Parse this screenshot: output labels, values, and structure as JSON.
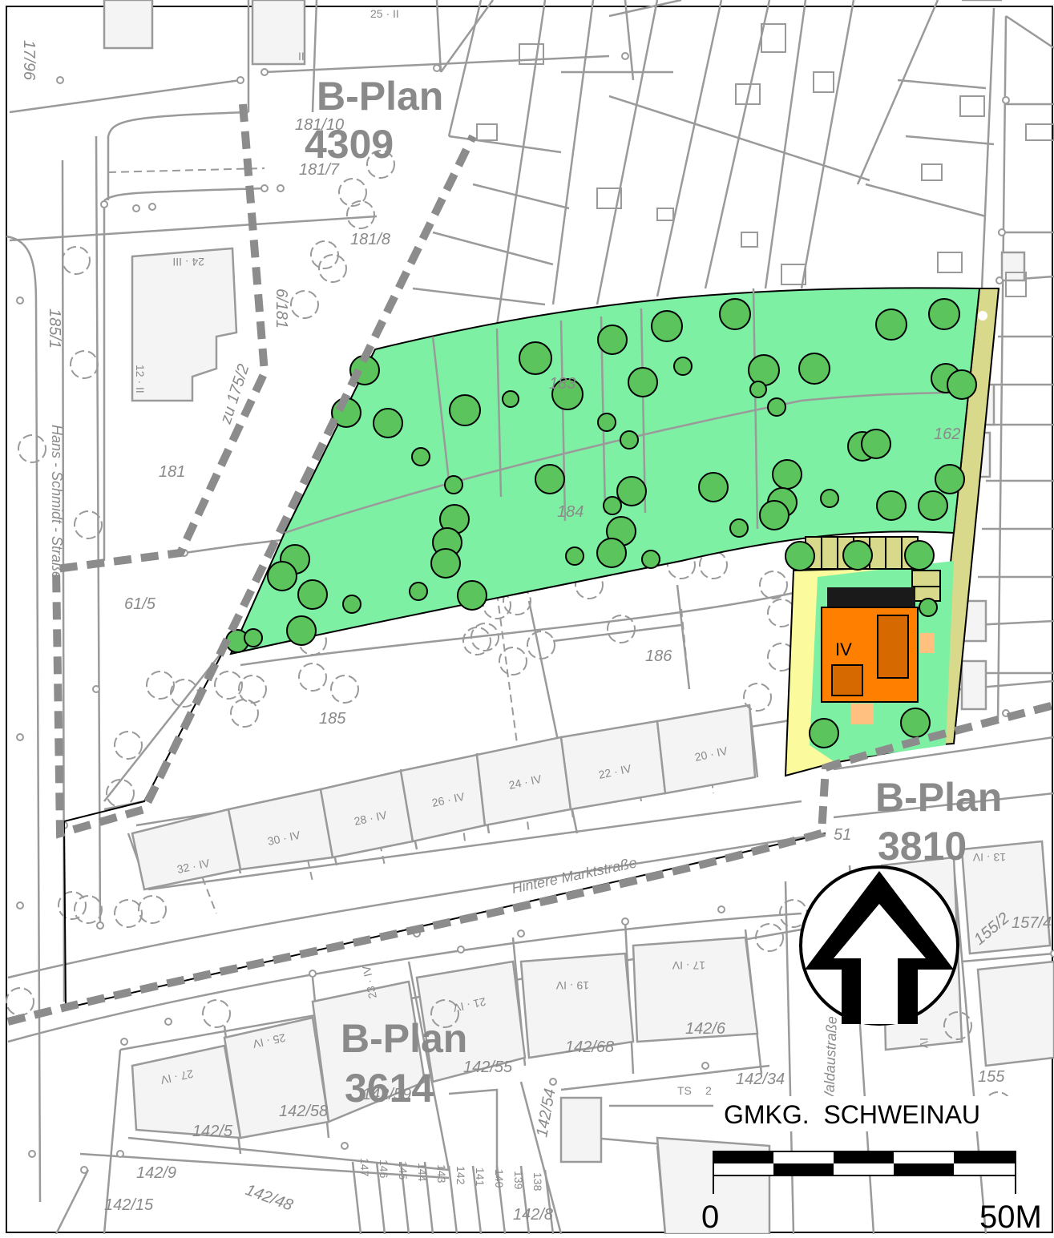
{
  "map": {
    "colors": {
      "green_area": "#7ef0a3",
      "tree_fill": "#5cc45c",
      "path_yellow": "#d8d98a",
      "light_yellow": "#fbfb9e",
      "building_orange": "#ff7f00",
      "building_dark": "#d66a00",
      "building_light": "#ffc080",
      "plan_boundary": "#8c8c8c",
      "base_lines": "#9a9a9a"
    },
    "plans": [
      {
        "line1": "B-Plan",
        "line2": "4309"
      },
      {
        "line1": "B-Plan",
        "line2": "3810"
      },
      {
        "line1": "B-Plan",
        "line2": "3614"
      }
    ],
    "parcels": [
      "181/10",
      "181/7",
      "181/8",
      "6/181",
      "185/1",
      "181",
      "zu 175/2",
      "61/5",
      "183",
      "184",
      "162",
      "186",
      "185",
      "142/6",
      "142/68",
      "142/55",
      "142/59",
      "142/58",
      "142/5",
      "142/54",
      "142/34",
      "142/9",
      "142/15",
      "142/48",
      "155",
      "155/2",
      "157/4",
      "17/96",
      "51",
      "142/8"
    ],
    "house_numbers": [
      "25 · II",
      "II",
      "24 · III",
      "12 · II",
      "32 · IV",
      "30 · IV",
      "28 · IV",
      "26 · IV",
      "24 · IV",
      "22 · IV",
      "20 · IV",
      "27 · IV",
      "25 · IV",
      "23 · IV",
      "21 · IV",
      "19 · IV",
      "17 · IV",
      "13 · IV",
      "IV",
      "TS",
      "2"
    ],
    "strip_numbers": [
      "147",
      "146",
      "145",
      "144",
      "143",
      "142",
      "141",
      "140",
      "139",
      "138"
    ],
    "streets": [
      "Hans - Schmidt - Straße",
      "Hintere Marktstraße",
      "Waldaustraße"
    ],
    "building_label": "IV",
    "north_arrow": "north-arrow-icon",
    "gemarkung": "GMKG.  SCHWEINAU",
    "scale": {
      "start": "0",
      "end": "50M"
    }
  }
}
